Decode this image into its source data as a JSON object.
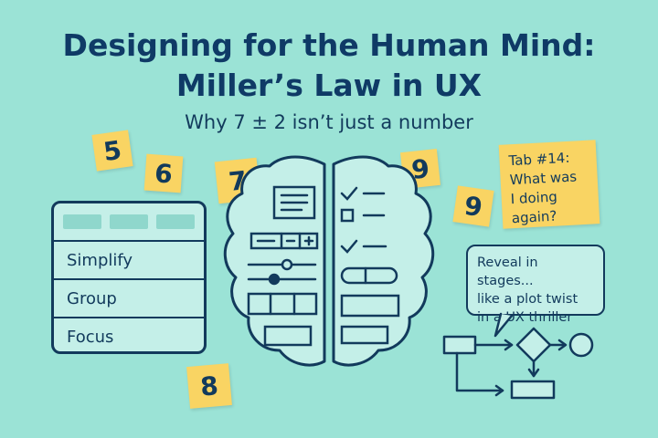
{
  "header": {
    "title_line1": "Designing for the Human Mind:",
    "title_line2": "Miller’s Law in UX",
    "subtitle": "Why 7 ± 2 isn’t just a number"
  },
  "sticky_notes": {
    "n5": "5",
    "n6": "6",
    "n7": "7",
    "n8": "8",
    "n9a": "9",
    "n9b": "9",
    "tab_note_lines": [
      "Tab #14:",
      "What was",
      "I doing",
      "again?"
    ]
  },
  "menu_panel": {
    "items": [
      "Simplify",
      "Group",
      "Focus"
    ]
  },
  "speech_bubble": {
    "lines": [
      "Reveal in stages...",
      "like a plot twist",
      "in a UX thriller"
    ]
  },
  "colors": {
    "background": "#9be3d6",
    "ink": "#123a5c",
    "sticky": "#f9d463",
    "panel_fill": "#c4efe8"
  },
  "icons": {
    "brain": "brain-icon",
    "flowchart": "flowchart-diagram"
  }
}
